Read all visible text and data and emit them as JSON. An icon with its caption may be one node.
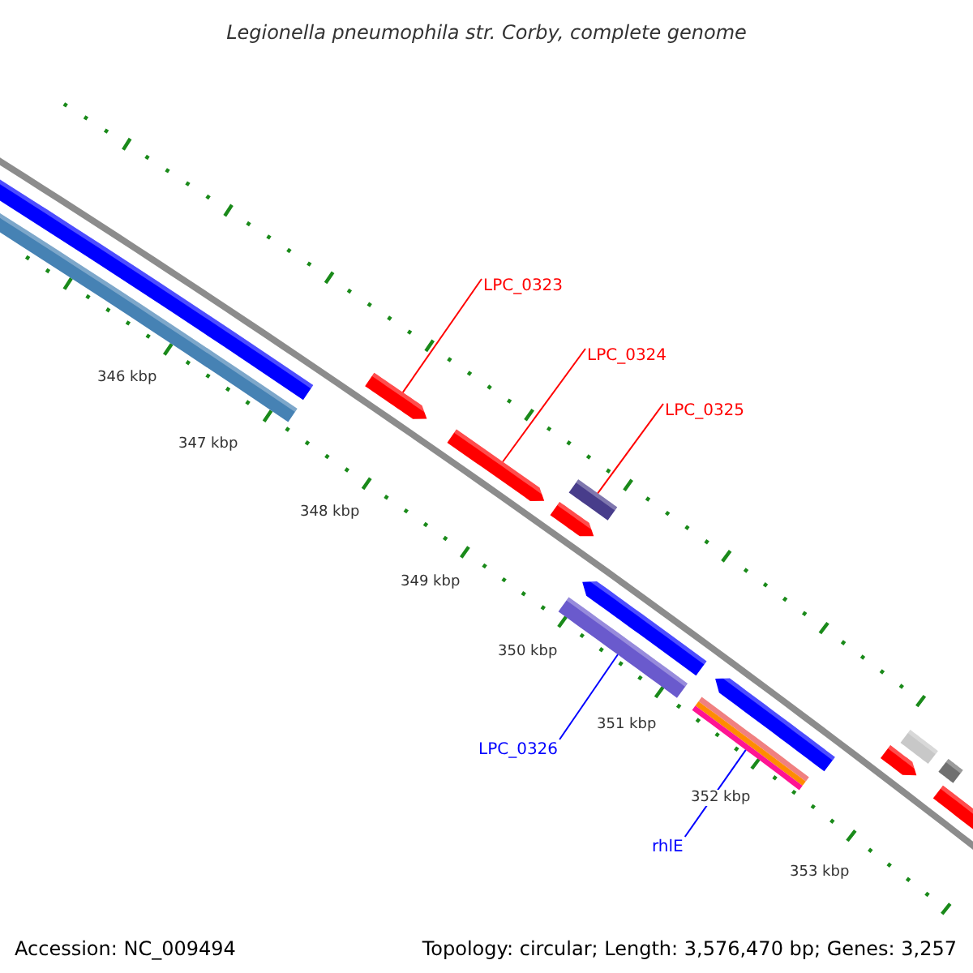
{
  "diagram": {
    "title": "Legionella pneumophila str. Corby, complete genome",
    "nodes": [
      {
        "text": [
          "LPC_0323"
        ]
      },
      {
        "text": [
          "LPC_0324"
        ]
      },
      {
        "text": [
          "LPC_0325"
        ]
      },
      {
        "text": [
          "LPC_0326"
        ]
      },
      {
        "text": [
          "rhlE"
        ]
      },
      {
        "text": [],
        "shape": "bar"
      },
      {
        "text": [],
        "shape": "bar"
      },
      {
        "text": [],
        "shape": "bar"
      },
      {
        "text": [],
        "shape": "bar"
      },
      {
        "text": [],
        "shape": "bar"
      },
      {
        "text": [],
        "shape": "bar"
      },
      {
        "text": [],
        "shape": "bar"
      },
      {
        "text": [],
        "shape": "bar"
      },
      {
        "text": [],
        "shape": "bar"
      },
      {
        "text": [],
        "shape": "bar"
      },
      {
        "text": [],
        "shape": "bar"
      },
      {
        "text": [],
        "shape": "bar"
      },
      {
        "text": [],
        "shape": "bar"
      },
      {
        "text": [],
        "shape": "bar"
      }
    ],
    "edges": [
      {
        "from": 0,
        "to": 7,
        "arrow": "none"
      },
      {
        "from": 1,
        "to": 8,
        "arrow": "none"
      },
      {
        "from": 2,
        "to": 9,
        "arrow": "none"
      },
      {
        "from": 3,
        "to": 12,
        "arrow": "none",
        "color": "#0000ff"
      },
      {
        "from": 4,
        "to": 14,
        "arrow": "none",
        "color": "#0000ff"
      }
    ],
    "labels": [
      "346 kbp",
      "347 kbp",
      "348 kbp",
      "349 kbp",
      "350 kbp",
      "351 kbp",
      "352 kbp",
      "353 kbp",
      "Accession: NC_009494",
      "Topology: circular; Length: 3,576,470 bp; Genes: 3,257"
    ]
  }
}
